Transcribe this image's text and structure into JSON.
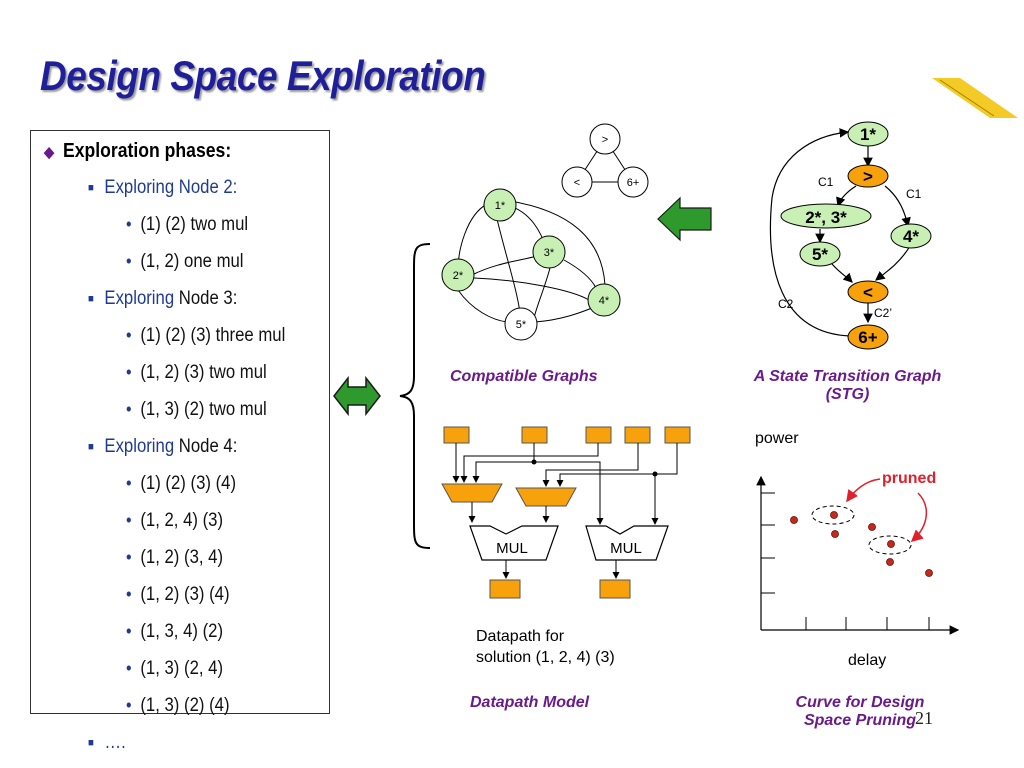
{
  "title": "Design Space Exploration",
  "outline": [
    {
      "level": 1,
      "text": "Exploration phases:"
    },
    {
      "level": 2,
      "text": "Exploring Node 2:"
    },
    {
      "level": 3,
      "text": "(1) (2) two mul"
    },
    {
      "level": 3,
      "text": "(1, 2)   one mul"
    },
    {
      "level": 2,
      "prefix": "Exploring",
      "text": " Node 3:"
    },
    {
      "level": 3,
      "text": "(1) (2) (3) three mul"
    },
    {
      "level": 3,
      "text": "(1, 2) (3)   two mul"
    },
    {
      "level": 3,
      "text": "(1, 3) (2)   two mul"
    },
    {
      "level": 2,
      "prefix": "Exploring",
      "text": " Node 4:"
    },
    {
      "level": 3,
      "text": "(1) (2) (3) (4)"
    },
    {
      "level": 3,
      "text": "(1, 2, 4) (3)"
    },
    {
      "level": 3,
      "text": "(1, 2) (3, 4)"
    },
    {
      "level": 3,
      "text": "(1, 2) (3) (4)"
    },
    {
      "level": 3,
      "text": "(1, 3, 4) (2)"
    },
    {
      "level": 3,
      "text": "(1, 3) (2, 4)"
    },
    {
      "level": 3,
      "text": "(1, 3) (2) (4)"
    },
    {
      "level": 2,
      "text": "…."
    }
  ],
  "compatible_graph": {
    "small_nodes": {
      "top": ">",
      "left": "<",
      "right": "6+"
    },
    "nodes": {
      "n1": "1*",
      "n2": "2*",
      "n3": "3*",
      "n4": "4*",
      "n5": "5*"
    },
    "caption": "Compatible Graphs"
  },
  "stg": {
    "nodes": {
      "s1": "1*",
      "gt": ">",
      "s23": "2*, 3*",
      "s4": "4*",
      "s5": "5*",
      "lt": "<",
      "s6": "6+"
    },
    "edge_labels": {
      "c1a": "C1",
      "c1b": "C1",
      "c2": "C2",
      "c2p": "C2’"
    },
    "caption_line1": "A State Transition Graph",
    "caption_line2": "(STG)"
  },
  "datapath": {
    "mul_left": "MUL",
    "mul_right": "MUL",
    "note_line1": "Datapath for",
    "note_line2": "solution (1, 2, 4) (3)",
    "caption": "Datapath Model"
  },
  "curve": {
    "ylabel": "power",
    "xlabel": "delay",
    "annotation": "pruned",
    "caption_line1": "Curve for Design",
    "caption_line2": "Space Pruning"
  },
  "page_number": "21",
  "colors": {
    "title": "#1f1f9a",
    "orange": "#f7a20c",
    "node_green": "#c8f0b4",
    "arrow_green": "#2e9a2e",
    "caption": "#6a1a8a",
    "red": "#e0202a"
  }
}
